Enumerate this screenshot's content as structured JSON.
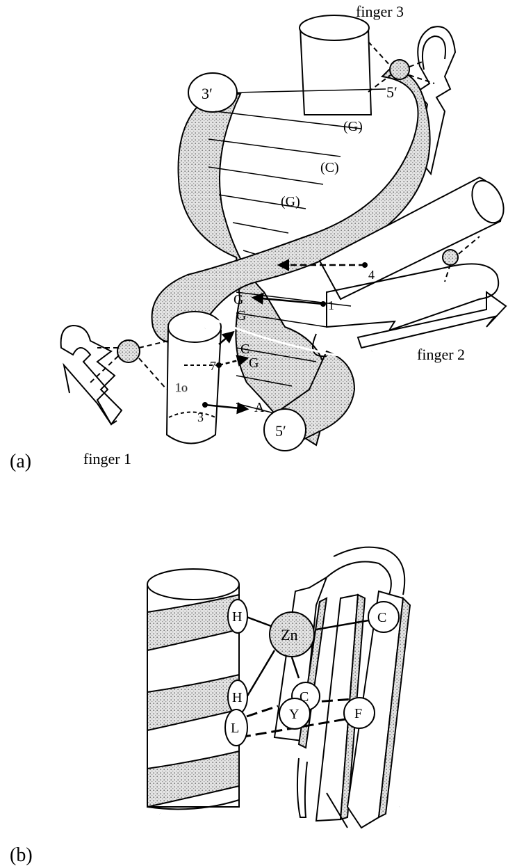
{
  "panel_a": {
    "panel_label": "(a)",
    "fingers": [
      "finger 1",
      "finger 2",
      "finger 3"
    ],
    "strand_ends": [
      "3′",
      "5′",
      "5′"
    ],
    "upper_bases": [
      "(G)",
      "(C)",
      "(G)"
    ],
    "lower_bases": [
      "G",
      "G",
      "C",
      "G",
      "A"
    ],
    "residue_positions": [
      "1",
      "3",
      "4",
      "7"
    ],
    "helix_start": "1o"
  },
  "panel_b": {
    "panel_label": "(b)",
    "metal": "Zn",
    "ligands": [
      "H",
      "H",
      "C",
      "C"
    ],
    "core_residues": [
      "L",
      "Y",
      "F"
    ]
  },
  "colors": {
    "ink": "#000000",
    "stipple": "#cfcfcf",
    "background": "#ffffff"
  }
}
